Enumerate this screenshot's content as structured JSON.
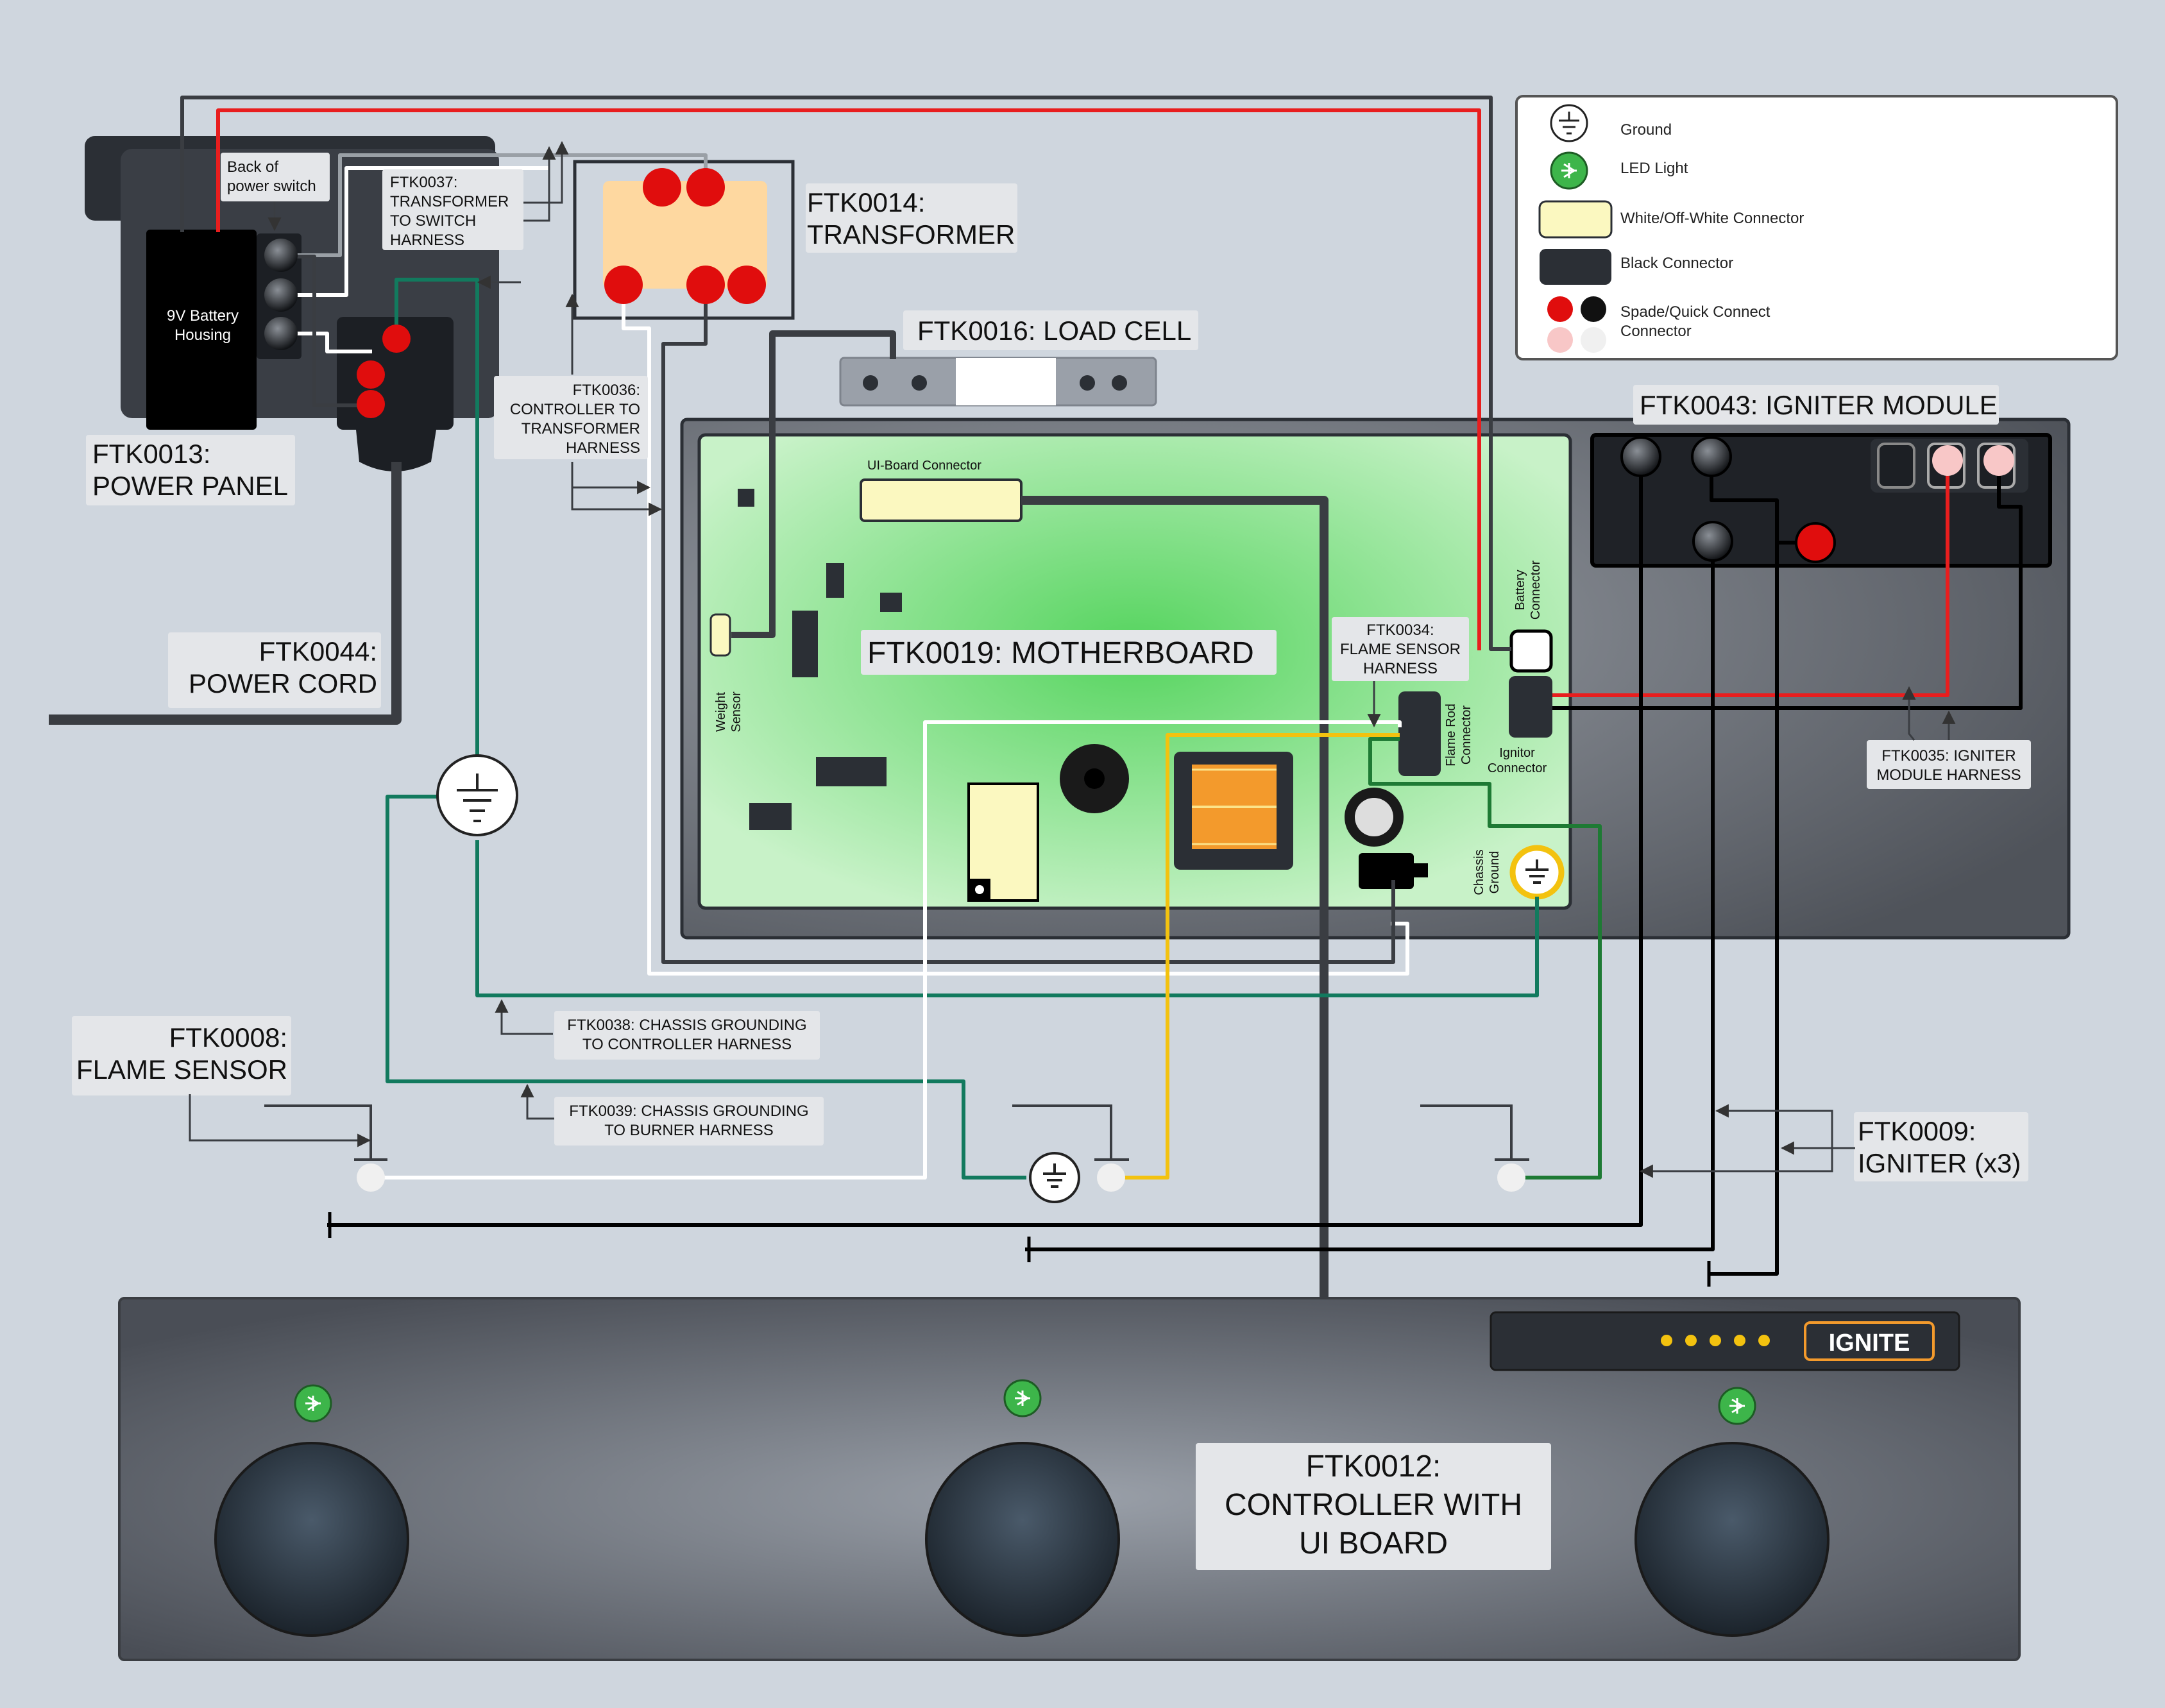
{
  "colors": {
    "background": "#cfd6de",
    "wire_black": "#3a3d42",
    "wire_red": "#e81e1e",
    "wire_green": "#127a5e",
    "wire_white": "#ffffff",
    "wire_gray": "#9aa0a6",
    "wire_yellow": "#f3c20f",
    "wire_darkgreen": "#1e7a34",
    "connector_red": "#e00d0d",
    "connector_pink": "#f8c7c7",
    "led_green": "#3db54a",
    "board_green": "#8fe08f",
    "ignite_orange": "#f39a2c",
    "panel_gray": "#6b7079"
  },
  "legend": {
    "ground": "Ground",
    "led": "LED Light",
    "white_connector": "White/Off-White Connector",
    "black_connector": "Black Connector",
    "spade_line1": "Spade/Quick Connect",
    "spade_line2": "Connector"
  },
  "components": {
    "power_panel": [
      "FTK0013:",
      "POWER PANEL"
    ],
    "battery": [
      "9V Battery",
      "Housing"
    ],
    "back_switch": [
      "Back of",
      "power switch"
    ],
    "transformer": [
      "FTK0014:",
      "TRANSFORMER"
    ],
    "load_cell": "FTK0016: LOAD CELL",
    "igniter_module": "FTK0043: IGNITER MODULE",
    "motherboard": "FTK0019: MOTHERBOARD",
    "power_cord": [
      "FTK0044:",
      "POWER CORD"
    ],
    "flame_sensor": [
      "FTK0008:",
      "FLAME SENSOR"
    ],
    "igniter": [
      "FTK0009:",
      "IGNITER (x3)"
    ],
    "controller": [
      "FTK0012:",
      "CONTROLLER WITH",
      "UI BOARD"
    ]
  },
  "harnesses": {
    "ftk0037": [
      "FTK0037:",
      "TRANSFORMER",
      "TO  SWITCH",
      "HARNESS"
    ],
    "ftk0036": [
      "FTK0036:",
      "CONTROLLER TO",
      "TRANSFORMER",
      "HARNESS"
    ],
    "ftk0034": [
      "FTK0034:",
      "FLAME SENSOR",
      "HARNESS"
    ],
    "ftk0035": [
      "FTK0035: IGNITER",
      "MODULE HARNESS"
    ],
    "ftk0038": [
      "FTK0038: CHASSIS GROUNDING",
      "TO CONTROLLER HARNESS"
    ],
    "ftk0039": [
      "FTK0039: CHASSIS GROUNDING",
      "TO BURNER HARNESS"
    ]
  },
  "board_labels": {
    "ui_connector": "UI-Board Connector",
    "weight_sensor": [
      "Weight",
      "Sensor"
    ],
    "battery_connector": [
      "Battery",
      "Connector"
    ],
    "ignitor_connector": [
      "Ignitor",
      "Connector"
    ],
    "flame_rod": [
      "Flame Rod",
      "Connector"
    ],
    "chassis_ground": [
      "Chassis",
      "Ground"
    ]
  },
  "ui_board": {
    "ignite_label": "IGNITE",
    "dot_count": 5
  }
}
